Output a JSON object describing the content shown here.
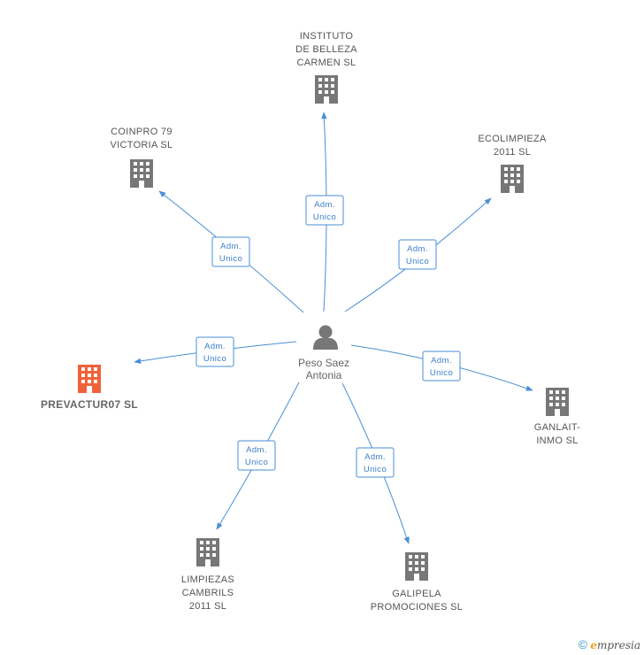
{
  "center": {
    "name_line1": "Peso Saez",
    "name_line2": "Antonia",
    "icon": "person-icon"
  },
  "edge_label": {
    "line1": "Adm.",
    "line2": "Unico"
  },
  "companies": [
    {
      "id": "instituto",
      "lines": [
        "INSTITUTO",
        "DE BELLEZA",
        "CARMEN SL"
      ],
      "color": "#777777",
      "focus": false
    },
    {
      "id": "coinpro",
      "lines": [
        "COINPRO 79",
        "VICTORIA SL"
      ],
      "color": "#777777",
      "focus": false
    },
    {
      "id": "ecolimpieza",
      "lines": [
        "ECOLIMPIEZA",
        "2011 SL"
      ],
      "color": "#777777",
      "focus": false
    },
    {
      "id": "prevactur",
      "lines": [
        "PREVACTUR07 SL"
      ],
      "color": "#f0623a",
      "focus": true
    },
    {
      "id": "ganlait",
      "lines": [
        "GANLAIT-",
        "INMO SL"
      ],
      "color": "#777777",
      "focus": false
    },
    {
      "id": "limpiezas",
      "lines": [
        "LIMPIEZAS",
        "CAMBRILS",
        "2011 SL"
      ],
      "color": "#777777",
      "focus": false
    },
    {
      "id": "galipela",
      "lines": [
        "GALIPELA",
        "PROMOCIONES SL"
      ],
      "color": "#777777",
      "focus": false
    }
  ],
  "colors": {
    "edge": "#4a8fd6",
    "company": "#777777",
    "focus": "#f0623a",
    "person": "#777777"
  },
  "footer": {
    "copyright": "©",
    "brand_e": "e",
    "brand_rest": "mpresia"
  }
}
